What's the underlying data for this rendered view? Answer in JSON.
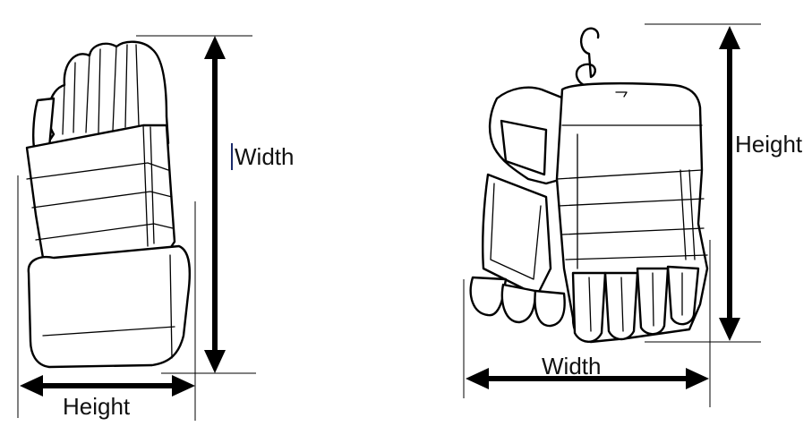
{
  "figures": [
    {
      "id": "left-glove",
      "labels": {
        "vertical": "Width",
        "horizontal": "Height"
      }
    },
    {
      "id": "right-glove",
      "labels": {
        "vertical": "Height",
        "horizontal": "Width"
      }
    }
  ],
  "colors": {
    "ink": "#000000",
    "background": "#ffffff"
  }
}
